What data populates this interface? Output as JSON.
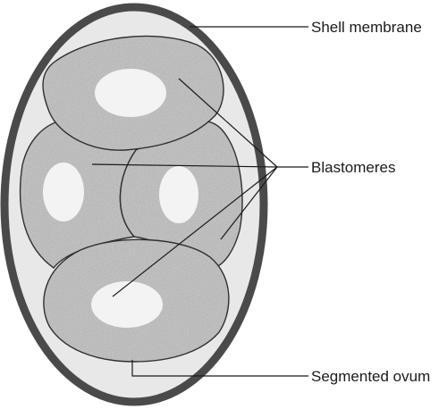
{
  "labels": {
    "shell_membrane": "Shell membrane",
    "blastomeres": "Blastomeres",
    "segmented_ovum": "Segmented ovum"
  },
  "colors": {
    "shell_outline": "#4a4a4a",
    "shell_interior": "#e8e8e8",
    "blastomere_fill": "#bdbdbd",
    "nucleus_fill": "#f3f3f3",
    "line": "#1a1a1a"
  }
}
